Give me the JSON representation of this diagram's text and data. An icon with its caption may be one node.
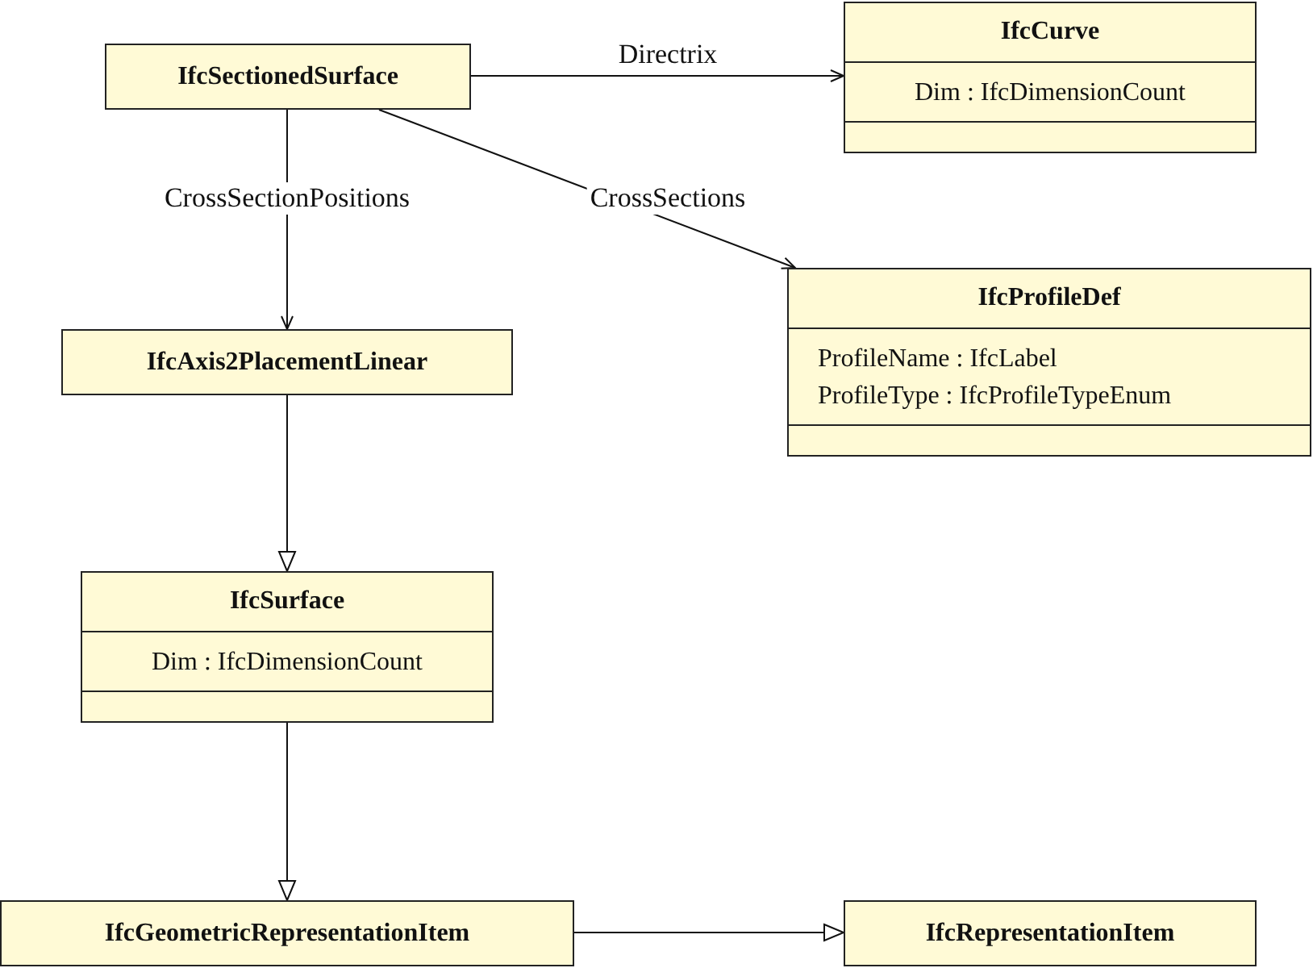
{
  "diagram": {
    "nodes": [
      {
        "text": [
          "IfcSectionedSurface"
        ]
      },
      {
        "text": [
          "IfcCurve",
          "Dim : IfcDimensionCount"
        ]
      },
      {
        "text": [
          "IfcAxis2PlacementLinear"
        ]
      },
      {
        "text": [
          "IfcProfileDef",
          "ProfileName : IfcLabel",
          "ProfileType : IfcProfileTypeEnum"
        ]
      },
      {
        "text": [
          "IfcSurface",
          "Dim : IfcDimensionCount"
        ]
      },
      {
        "text": [
          "IfcGeometricRepresentationItem"
        ]
      },
      {
        "text": [
          "IfcRepresentationItem"
        ]
      }
    ],
    "edges": [
      {
        "from": 0,
        "to": 1,
        "arrow": "to",
        "label": "Directrix"
      },
      {
        "from": 0,
        "to": 2,
        "arrow": "to",
        "label": "CrossSectionPositions"
      },
      {
        "from": 0,
        "to": 3,
        "arrow": "to",
        "label": "CrossSections"
      },
      {
        "from": 2,
        "to": 4,
        "arrow": "to"
      },
      {
        "from": 4,
        "to": 5,
        "arrow": "to"
      },
      {
        "from": 5,
        "to": 6,
        "arrow": "to"
      }
    ]
  }
}
